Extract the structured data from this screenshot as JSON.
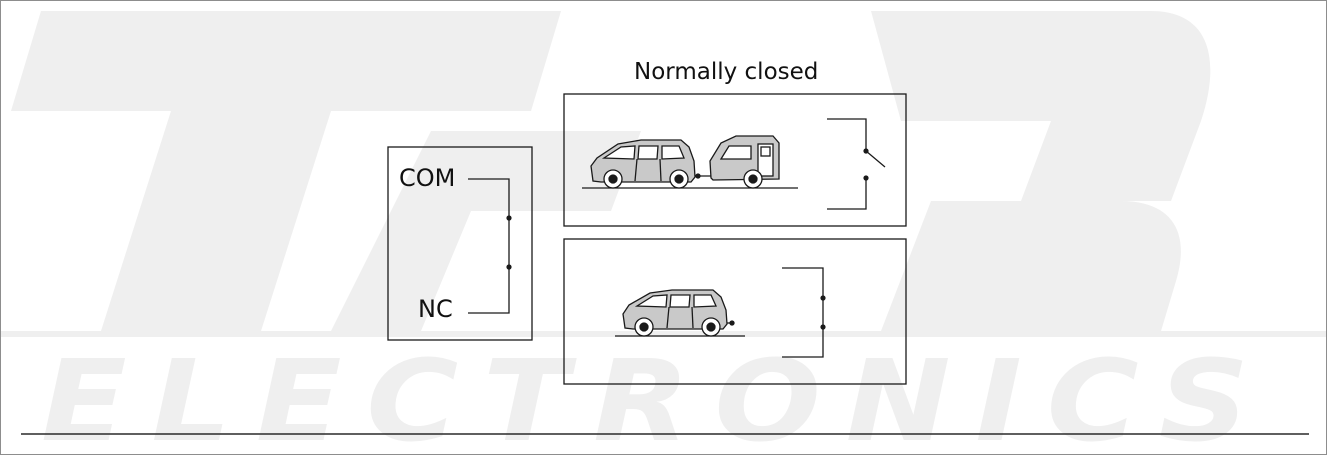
{
  "watermark": {
    "brand_text": "ELECTRONICS",
    "color": "#efefef"
  },
  "diagram": {
    "title": "Normally closed",
    "terminals": {
      "com": "COM",
      "nc": "NC"
    },
    "line_color": "#1a1a1a",
    "vehicle_fill": "#c9c9c9"
  }
}
